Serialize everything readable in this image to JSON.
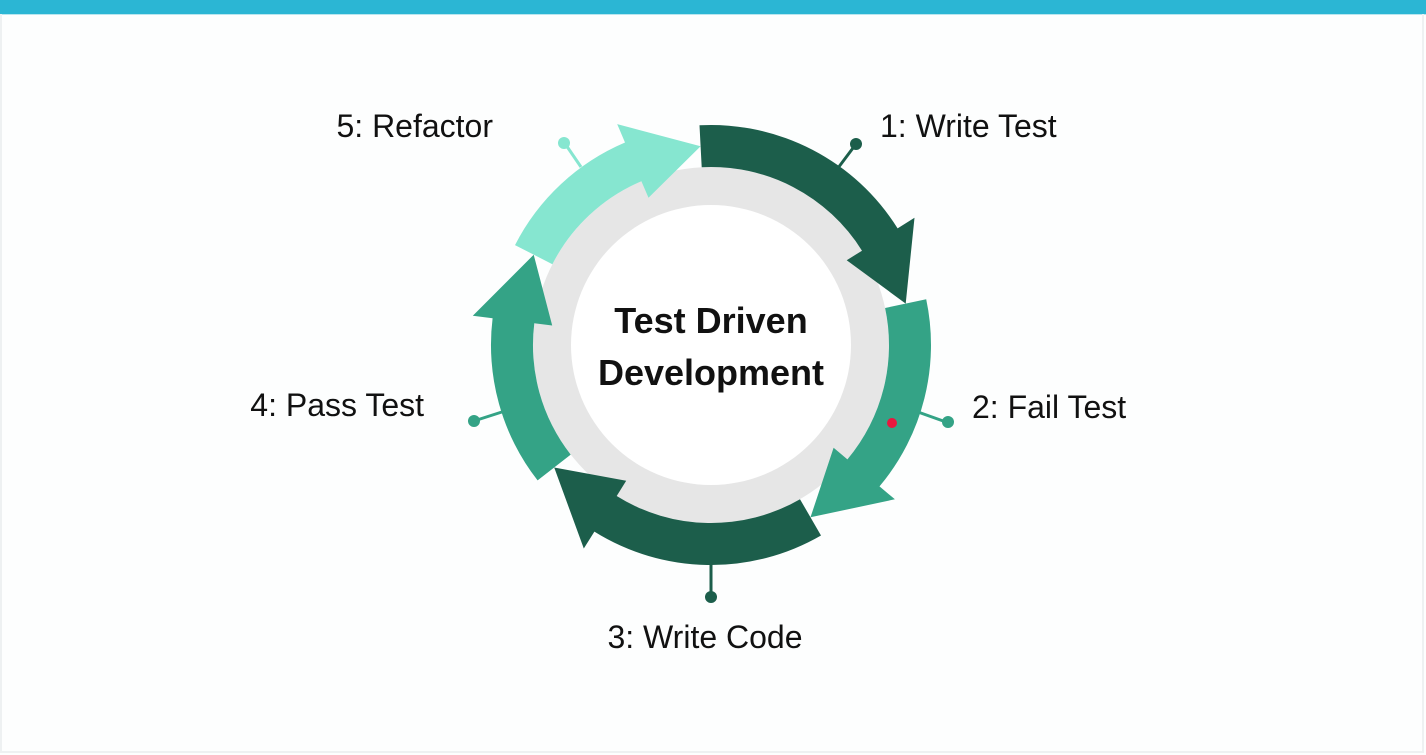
{
  "center": {
    "line1": "Test Driven",
    "line2": "Development"
  },
  "steps": [
    {
      "label": "1: Write Test",
      "color": "#1c5e4b"
    },
    {
      "label": "2: Fail Test",
      "color": "#34a386"
    },
    {
      "label": "3: Write Code",
      "color": "#1c5e4b"
    },
    {
      "label": "4: Pass Test",
      "color": "#34a386"
    },
    {
      "label": "5: Refactor",
      "color": "#86e6d0"
    }
  ],
  "colors": {
    "accent_bar": "#2bb6d4",
    "inner_ring": "#e6e6e6",
    "pointer_dot": "#e8173f"
  }
}
